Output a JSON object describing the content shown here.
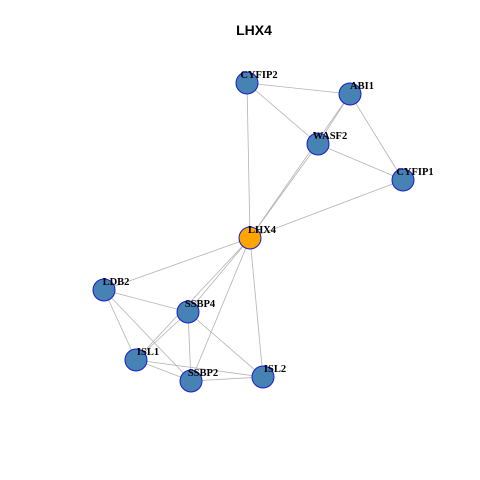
{
  "title": "LHX4",
  "colors": {
    "edge": "#b3b3b3",
    "node_fill": "#4682b4",
    "node_stroke": "#1a1acd",
    "center_fill": "#ffa500",
    "center_stroke": "#1a1acd"
  },
  "nodes": [
    {
      "id": "LHX4",
      "label": "LHX4",
      "center": true
    },
    {
      "id": "CYFIP2",
      "label": "CYFIP2",
      "center": false
    },
    {
      "id": "ABI1",
      "label": "ABI1",
      "center": false
    },
    {
      "id": "WASF2",
      "label": "WASF2",
      "center": false
    },
    {
      "id": "CYFIP1",
      "label": "CYFIP1",
      "center": false
    },
    {
      "id": "LDB2",
      "label": "LDB2",
      "center": false
    },
    {
      "id": "SSBP4",
      "label": "SSBP4",
      "center": false
    },
    {
      "id": "ISL1",
      "label": "ISL1",
      "center": false
    },
    {
      "id": "SSBP2",
      "label": "SSBP2",
      "center": false
    },
    {
      "id": "ISL2",
      "label": "ISL2",
      "center": false
    }
  ],
  "edges": [
    [
      "CYFIP2",
      "ABI1"
    ],
    [
      "CYFIP2",
      "WASF2"
    ],
    [
      "CYFIP2",
      "LHX4"
    ],
    [
      "ABI1",
      "WASF2"
    ],
    [
      "ABI1",
      "CYFIP1"
    ],
    [
      "ABI1",
      "LHX4"
    ],
    [
      "WASF2",
      "CYFIP1"
    ],
    [
      "WASF2",
      "LHX4"
    ],
    [
      "CYFIP1",
      "LHX4"
    ],
    [
      "LHX4",
      "LDB2"
    ],
    [
      "LHX4",
      "SSBP4"
    ],
    [
      "LHX4",
      "ISL1"
    ],
    [
      "LHX4",
      "SSBP2"
    ],
    [
      "LHX4",
      "ISL2"
    ],
    [
      "LDB2",
      "SSBP4"
    ],
    [
      "LDB2",
      "ISL1"
    ],
    [
      "LDB2",
      "SSBP2"
    ],
    [
      "SSBP4",
      "ISL1"
    ],
    [
      "SSBP4",
      "SSBP2"
    ],
    [
      "SSBP4",
      "ISL2"
    ],
    [
      "ISL1",
      "SSBP2"
    ],
    [
      "ISL1",
      "ISL2"
    ],
    [
      "SSBP2",
      "ISL2"
    ]
  ]
}
